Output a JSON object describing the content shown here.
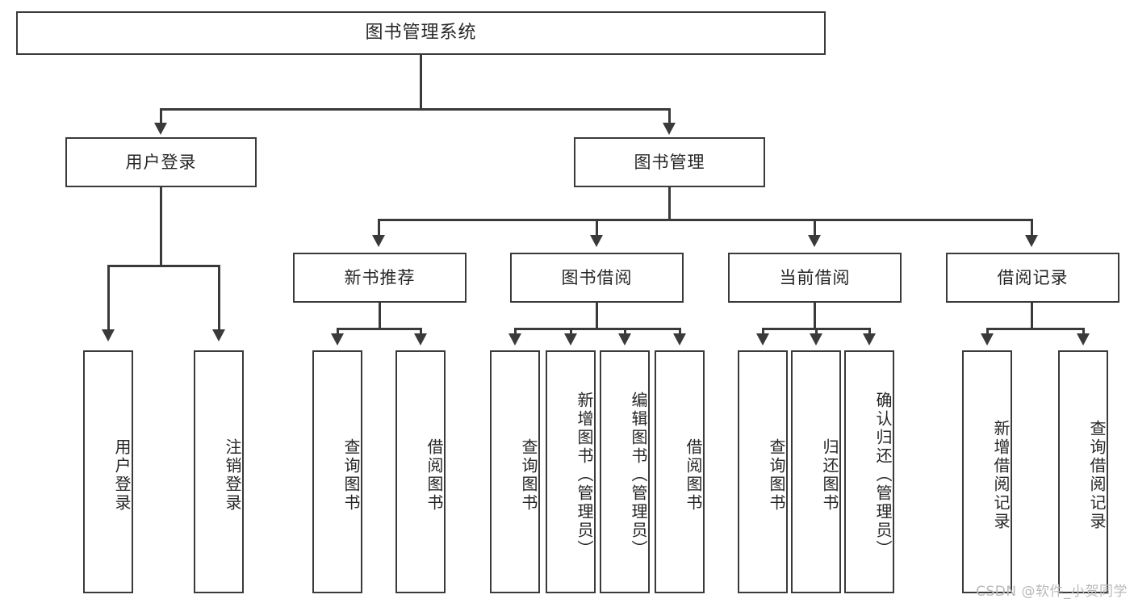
{
  "diagram": {
    "title": "图书管理系统",
    "type": "tree-hierarchy-diagram",
    "root": {
      "label": "图书管理系统"
    },
    "level2": [
      {
        "label": "用户登录"
      },
      {
        "label": "图书管理"
      }
    ],
    "level3": [
      {
        "label": "新书推荐"
      },
      {
        "label": "图书借阅"
      },
      {
        "label": "当前借阅"
      },
      {
        "label": "借阅记录"
      }
    ],
    "leaves": {
      "user_login": [
        {
          "label": "用户登录"
        },
        {
          "label": "注销登录"
        }
      ],
      "new_book_recommend": [
        {
          "label": "查询图书"
        },
        {
          "label": "借阅图书"
        }
      ],
      "book_borrow": [
        {
          "label": "查询图书"
        },
        {
          "label": "新增图书（管理员）"
        },
        {
          "label": "编辑图书（管理员）"
        },
        {
          "label": "借阅图书"
        }
      ],
      "current_borrow": [
        {
          "label": "查询图书"
        },
        {
          "label": "归还图书"
        },
        {
          "label": "确认归还（管理员）"
        }
      ],
      "borrow_record": [
        {
          "label": "新增借阅记录"
        },
        {
          "label": "查询借阅记录"
        }
      ]
    }
  },
  "watermark": {
    "text": "CSDN @软件_小贺同学"
  },
  "colors": {
    "stroke": "#3a3a3a",
    "text": "#262626",
    "background": "#ffffff",
    "watermark": "#b9b9b9"
  }
}
